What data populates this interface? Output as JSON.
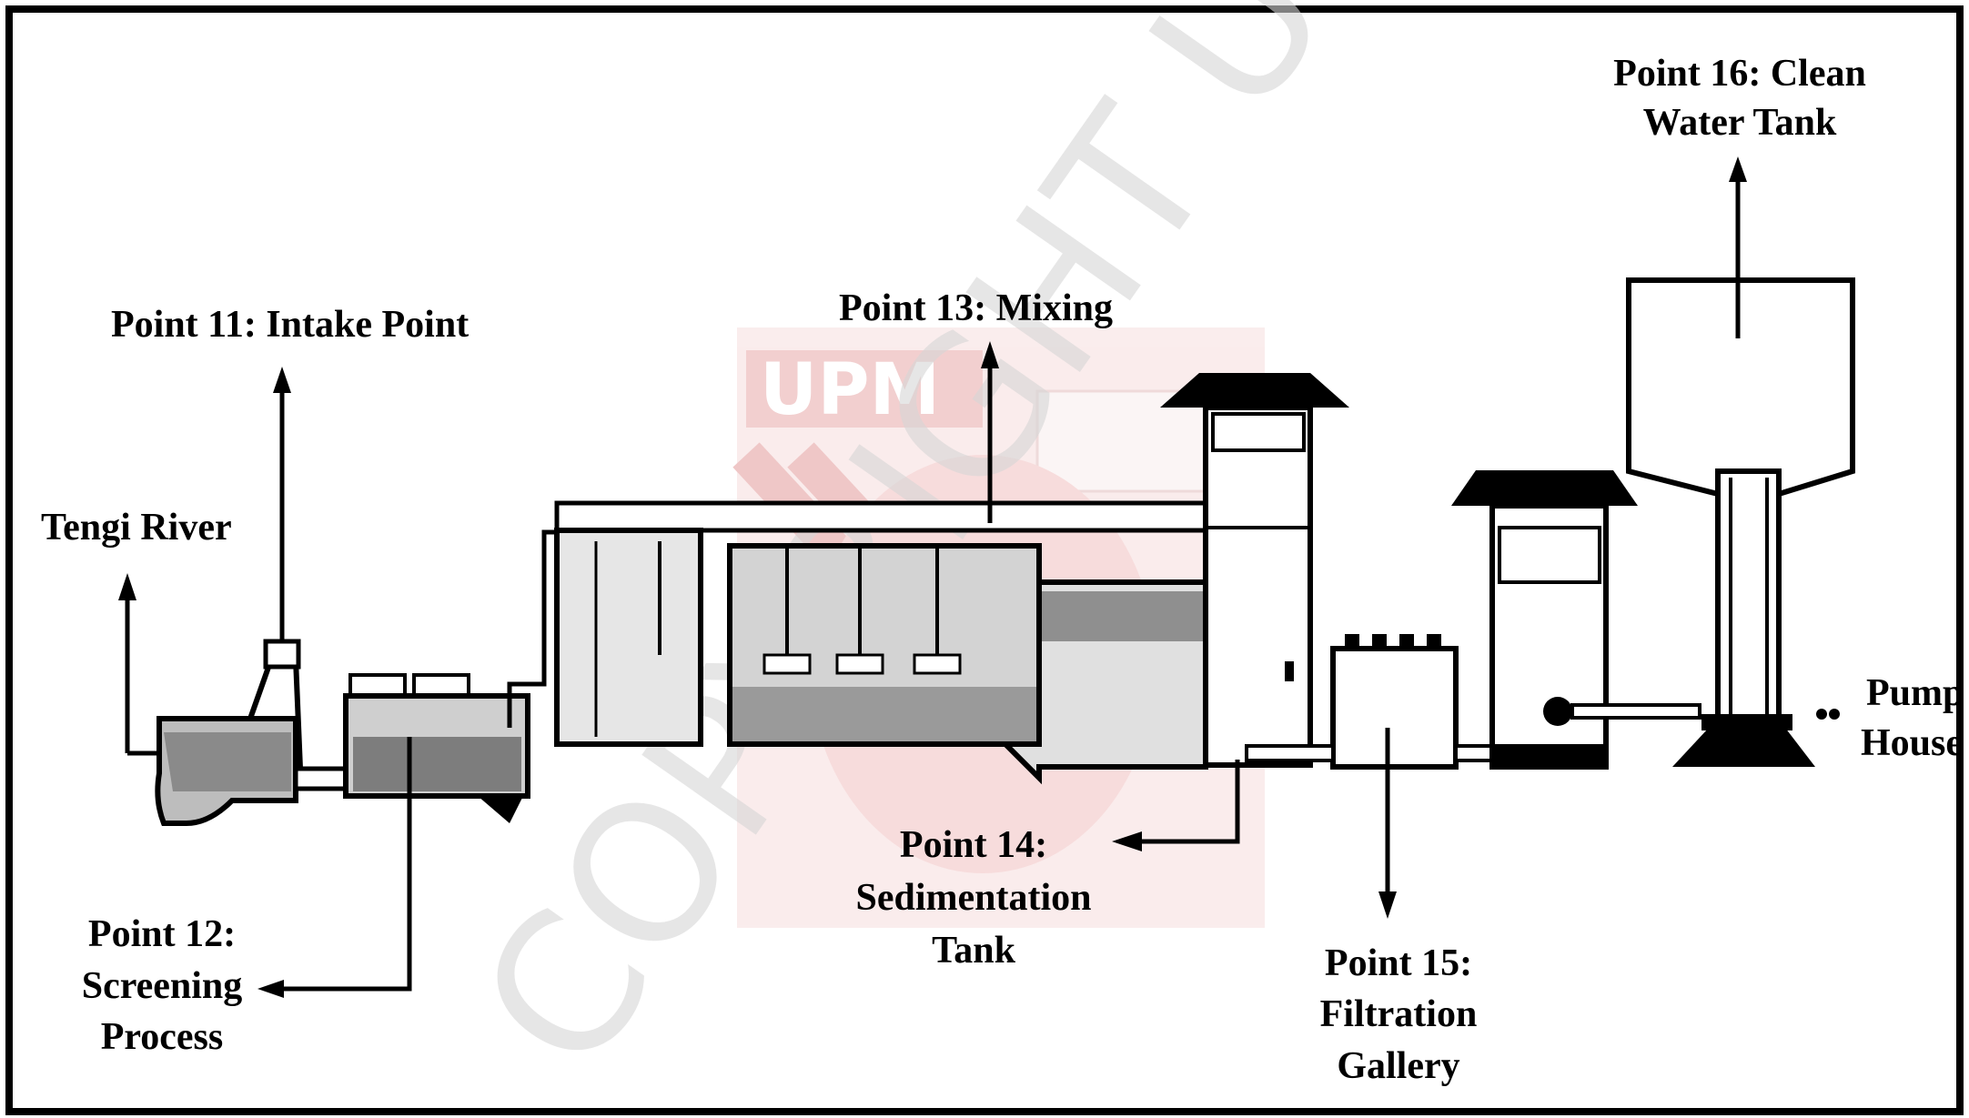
{
  "labels": {
    "tengi_river": "Tengi River",
    "point11": "Point 11: Intake Point",
    "point12_line1": "Point 12:",
    "point12_line2": "Screening",
    "point12_line3": "Process",
    "point13": "Point 13: Mixing",
    "point14_line1": "Point 14:",
    "point14_line2": "Sedimentation",
    "point14_line3": "Tank",
    "point15_line1": "Point 15:",
    "point15_line2": "Filtration",
    "point15_line3": "Gallery",
    "point16_line1": "Point 16: Clean",
    "point16_line2": "Water Tank",
    "pump_line1": "Pump",
    "pump_line2": "House"
  },
  "watermark": {
    "logo_text": "UPM",
    "copyright_text": "COPYRIGHT UPM",
    "logo_color": "#e8a8a8"
  },
  "colors": {
    "ink": "#000000",
    "background": "#ffffff"
  }
}
